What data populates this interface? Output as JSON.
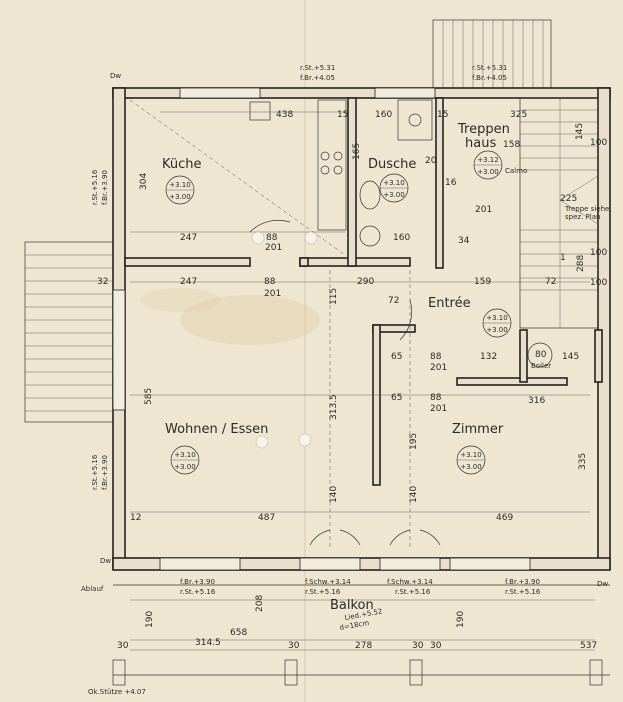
{
  "rooms": {
    "kueche": {
      "name": "Küche",
      "lvl_top": "+3.10",
      "lvl_bot": "+3.00"
    },
    "dusche": {
      "name": "Dusche",
      "lvl_top": "+3.10",
      "lvl_bot": "+3.00"
    },
    "treppenhaus": {
      "name1": "Treppen",
      "name2": "haus",
      "num": "158",
      "lvl_top": "+3.12",
      "lvl_bot": "+3.00"
    },
    "entree": {
      "name": "Entrée",
      "lvl_top": "+3.10",
      "lvl_bot": "+3.00"
    },
    "wohnen": {
      "name": "Wohnen / Essen",
      "lvl_top": "+3.10",
      "lvl_bot": "+3.00"
    },
    "zimmer": {
      "name": "Zimmer",
      "lvl_top": "+3.10",
      "lvl_bot": "+3.00"
    },
    "balkon": {
      "name": "Balkon",
      "slope": "Lied.+5.52",
      "slope2": "d=18cm"
    }
  },
  "levels": {
    "top_left": "r.St.+5.31",
    "top_left_b": "f.Br.+4.05",
    "top_right": "r.St.+5.31",
    "top_right_b": "f.Br.+4.05",
    "west_1": "r.St.+5.16",
    "west_1b": "f.Br.+3.90",
    "west_2": "r.St.+5.16",
    "west_2b": "f.Br.+3.90",
    "bottom_1": "f.Br.+3.90",
    "bottom_1b": "r.St.+5.16",
    "bottom_2": "f.Schw.+3.14",
    "bottom_2b": "r.St.+5.16",
    "bottom_3": "f.Schw.+3.14",
    "bottom_3b": "r.St.+5.16",
    "bottom_4": "f.Br.+3.90",
    "bottom_4b": "r.St.+5.16",
    "corner_bl": "Ok.Stütze +4.07"
  },
  "notes": {
    "dw_tl": "Dw",
    "dw_bl": "Dw",
    "dw_br": "Dw",
    "ablauf": "Ablauf",
    "boiler": "Boiler",
    "calmo": "Calmo",
    "treppe1": "Treppe siehe",
    "treppe2": "spez. Plan"
  },
  "dims": {
    "d438": "438",
    "d15a": "15",
    "d160a": "160",
    "d15b": "15",
    "d325": "325",
    "d304": "304",
    "d165": "165",
    "d20": "20",
    "d100a": "100",
    "d145": "145",
    "d16": "16",
    "d247a": "247",
    "d88a": "88",
    "d201a": "201",
    "d160b": "160",
    "d100b": "100",
    "d201b": "201",
    "d225": "225",
    "d247b": "247",
    "d88b": "88",
    "d201c": "201",
    "d290": "290",
    "d159": "159",
    "d32": "32",
    "d72a": "72",
    "d72b": "72",
    "d115": "115",
    "d65a": "65",
    "d88c": "88",
    "d201d": "201",
    "d132": "132",
    "d80": "80",
    "d145b": "145",
    "d65b": "65",
    "d88d": "88",
    "d201e": "201",
    "d316": "316",
    "d585": "585",
    "d3135": "313.5",
    "d195": "195",
    "d335": "335",
    "d140a": "140",
    "d140b": "140",
    "d487": "487",
    "d469": "469",
    "d12": "12",
    "d190a": "190",
    "d190b": "190",
    "d208": "208",
    "d3145": "314.5",
    "d658": "658",
    "d278": "278",
    "d537": "537",
    "d30a": "30",
    "d30b": "30",
    "d30c": "30",
    "d30d": "30",
    "d288": "288",
    "d100c": "100",
    "d34": "34",
    "d1": "1"
  }
}
